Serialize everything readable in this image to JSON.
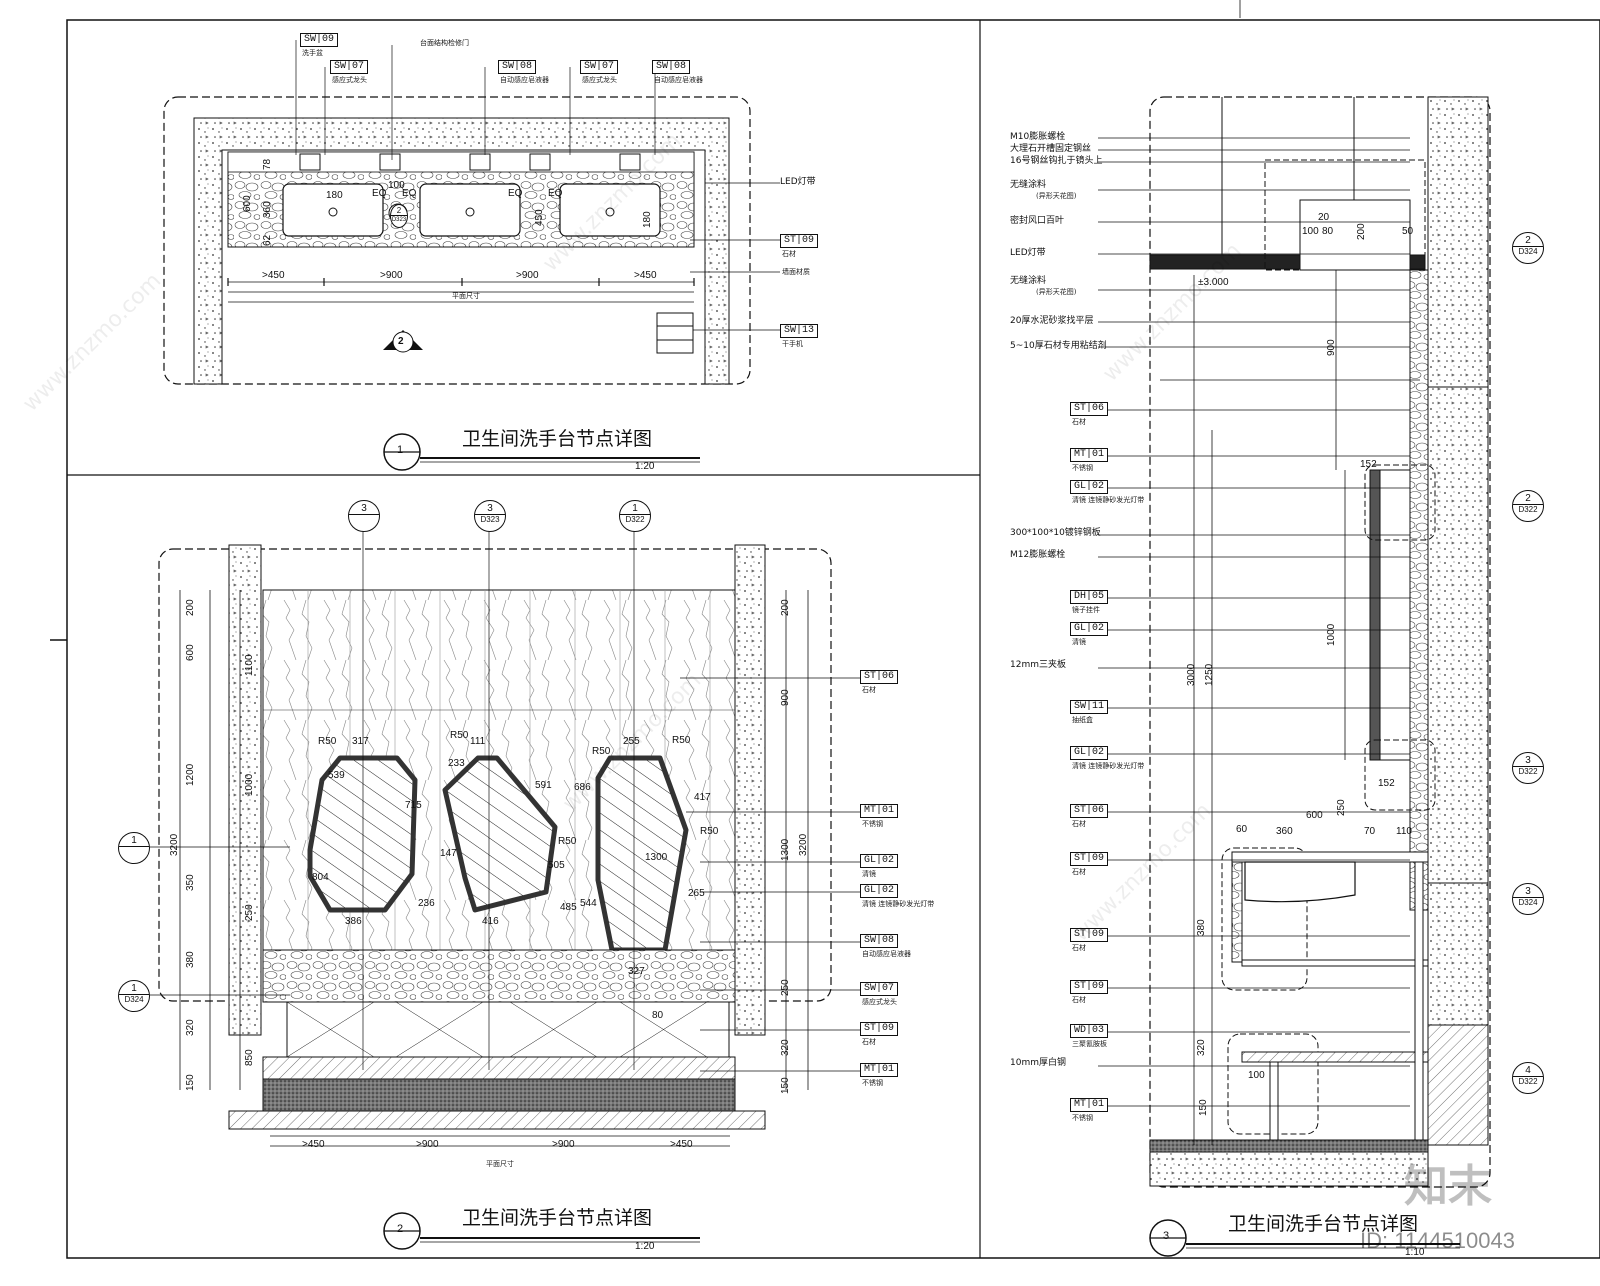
{
  "drawing_1": {
    "number": "1",
    "title": "卫生间洗手台节点详图",
    "scale": "1:20",
    "tags": [
      {
        "code": "SW",
        "num": "09",
        "sub": "洗手盆"
      },
      {
        "code": "SW",
        "num": "07",
        "sub": "感应式龙头"
      },
      {
        "code": "SW",
        "num": "08",
        "sub": "自动感应皂液器"
      },
      {
        "code": "SW",
        "num": "07",
        "sub": "感应式龙头"
      },
      {
        "code": "SW",
        "num": "08",
        "sub": "自动感应皂液器"
      }
    ],
    "top_note": "台面结构检修门",
    "right_tags": [
      {
        "code": "ST",
        "num": "09",
        "sub": "石材"
      },
      {
        "code": "SW",
        "num": "13",
        "sub": "干手机"
      }
    ],
    "right_texts": [
      "LED灯带",
      "墙面材质"
    ],
    "dims": [
      ">450",
      ">900",
      ">900",
      ">450"
    ],
    "dim_note": "平面尺寸",
    "inner_dims": [
      "180",
      "180",
      "100",
      "EQ",
      "EQ",
      "EQ",
      "EQ",
      "600",
      "360",
      "450",
      "180",
      "78",
      "62"
    ],
    "section_ref": {
      "n": "2",
      "r": "D323"
    },
    "elev_mark": "2"
  },
  "drawing_2": {
    "number": "2",
    "title": "卫生间洗手台节点详图",
    "scale": "1:20",
    "top_refs": [
      {
        "n": "3",
        "r": ""
      },
      {
        "n": "3",
        "r": "D323"
      },
      {
        "n": "1",
        "r": "D322"
      }
    ],
    "left_refs": [
      {
        "n": "1",
        "r": ""
      },
      {
        "n": "1",
        "r": "D324"
      }
    ],
    "right_tags": [
      {
        "code": "ST",
        "num": "06",
        "sub": "石材"
      },
      {
        "code": "MT",
        "num": "01",
        "sub": "不锈钢"
      },
      {
        "code": "GL",
        "num": "02",
        "sub": "清镜"
      },
      {
        "code": "GL",
        "num": "02",
        "sub": "清镜 连镜静砂发光灯带"
      },
      {
        "code": "SW",
        "num": "08",
        "sub": "自动感应皂液器"
      },
      {
        "code": "SW",
        "num": "07",
        "sub": "感应式龙头"
      },
      {
        "code": "ST",
        "num": "09",
        "sub": "石材"
      },
      {
        "code": "MT",
        "num": "01",
        "sub": "不锈钢"
      }
    ],
    "left_dims_outer": "3200",
    "left_dims": [
      "200",
      "600",
      "1200",
      "350",
      "380",
      "320",
      "150"
    ],
    "left_dims_inner": [
      "1100",
      "1000",
      "250",
      "850"
    ],
    "right_dims_outer": "3200",
    "right_dims": [
      "200",
      "900",
      "1300",
      "250",
      "320",
      "150"
    ],
    "bottom_dims": [
      ">450",
      ">900",
      ">900",
      ">450"
    ],
    "bottom_note": "平面尺寸",
    "mirror_dims": [
      "317",
      "111",
      "255",
      "386",
      "416",
      "327",
      "R50",
      "R50",
      "R50",
      "R50",
      "R50",
      "R50",
      "539",
      "233",
      "686",
      "1300",
      "804",
      "236",
      "544",
      "505",
      "591",
      "417",
      "715",
      "147",
      "265",
      "485",
      "80"
    ]
  },
  "drawing_3": {
    "number": "3",
    "title": "卫生间洗手台节点详图",
    "scale": "1:10",
    "left_labels": [
      {
        "text": "M10膨胀螺栓"
      },
      {
        "text": "大理石开槽固定钢丝"
      },
      {
        "text": "16号钢丝钩扎于镜头上"
      },
      {
        "text": "无缝涂料",
        "sub": "(异形天花图)"
      },
      {
        "text": "密封风口百叶"
      },
      {
        "text": "LED灯带"
      },
      {
        "text": "无缝涂料",
        "sub": "(异形天花图)"
      },
      {
        "text": "20厚水泥砂浆找平层"
      },
      {
        "text": "5~10厚石材专用粘结剂"
      }
    ],
    "left_tags": [
      {
        "code": "ST",
        "num": "06",
        "sub": "石材"
      },
      {
        "code": "MT",
        "num": "01",
        "sub": "不锈钢"
      },
      {
        "code": "GL",
        "num": "02",
        "sub": "清镜 连镜静砂发光灯带"
      },
      {
        "text": "300*100*10镀锌钢板"
      },
      {
        "text": "M12膨胀螺栓"
      },
      {
        "code": "DH",
        "num": "05",
        "sub": "镜子挂件"
      },
      {
        "code": "GL",
        "num": "02",
        "sub": "清镜"
      },
      {
        "text": "12mm三夹板"
      },
      {
        "code": "SW",
        "num": "11",
        "sub": "抽纸盒"
      },
      {
        "code": "GL",
        "num": "02",
        "sub": "清镜 连镜静砂发光灯带"
      },
      {
        "code": "ST",
        "num": "06",
        "sub": "石材"
      },
      {
        "code": "ST",
        "num": "09",
        "sub": "石材"
      },
      {
        "code": "ST",
        "num": "09",
        "sub": "石材"
      },
      {
        "code": "ST",
        "num": "09",
        "sub": "石材"
      },
      {
        "code": "WD",
        "num": "03",
        "sub": "三聚氰胺板"
      },
      {
        "text": "10mm厚白钢"
      },
      {
        "code": "MT",
        "num": "01",
        "sub": "不锈钢"
      }
    ],
    "right_refs": [
      {
        "n": "2",
        "r": "D324"
      },
      {
        "n": "2",
        "r": "D322"
      },
      {
        "n": "3",
        "r": "D322"
      },
      {
        "n": "3",
        "r": "D324"
      },
      {
        "n": "4",
        "r": "D322"
      }
    ],
    "level": "±3.000",
    "dims": [
      "20",
      "100",
      "80",
      "200",
      "50",
      "900",
      "152",
      "1000",
      "3000",
      "1250",
      "152",
      "250",
      "600",
      "60",
      "360",
      "70",
      "110",
      "380",
      "320",
      "100",
      "150"
    ]
  },
  "watermark_text": "www.znzmo.com",
  "brand": "知末",
  "image_id": "ID: 1144510043"
}
